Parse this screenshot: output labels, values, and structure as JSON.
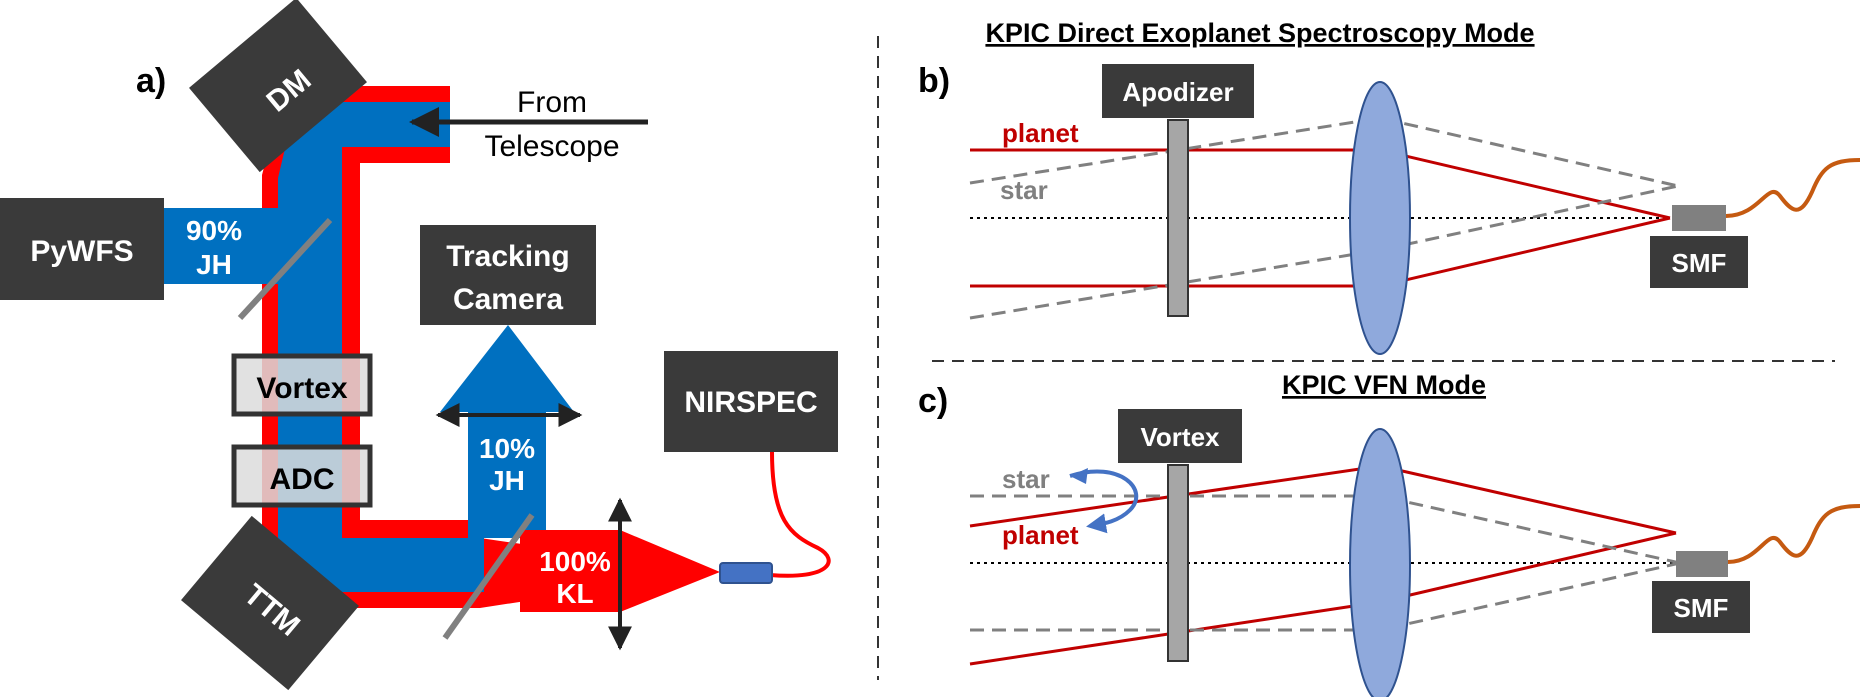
{
  "panel_a": {
    "label": "a)",
    "blocks": {
      "dm": "DM",
      "ttm": "TTM",
      "pywfs": "PyWFS",
      "tracking_line1": "Tracking",
      "tracking_line2": "Camera",
      "nirspec": "NIRSPEC"
    },
    "optics": {
      "vortex": "Vortex",
      "adc": "ADC"
    },
    "source_line1": "From",
    "source_line2": "Telescope",
    "beams": {
      "jh90_line1": "90%",
      "jh90_line2": "JH",
      "jh10_line1": "10%",
      "jh10_line2": "JH",
      "kl_line1": "100%",
      "kl_line2": "KL"
    }
  },
  "panel_b": {
    "label": "b)",
    "title": "KPIC Direct Exoplanet Spectroscopy Mode",
    "element": "Apodizer",
    "planet": "planet",
    "star": "star",
    "fiber": "SMF"
  },
  "panel_c": {
    "label": "c)",
    "title": "KPIC VFN Mode",
    "element": "Vortex",
    "planet": "planet",
    "star": "star",
    "fiber": "SMF"
  },
  "colors": {
    "red": "#ff0000",
    "blue": "#0070c0",
    "dark_red": "#c00000",
    "gray": "#808080",
    "block": "#3a3a3a",
    "lens": "#8fa9dc",
    "fiber": "#c55a11"
  }
}
